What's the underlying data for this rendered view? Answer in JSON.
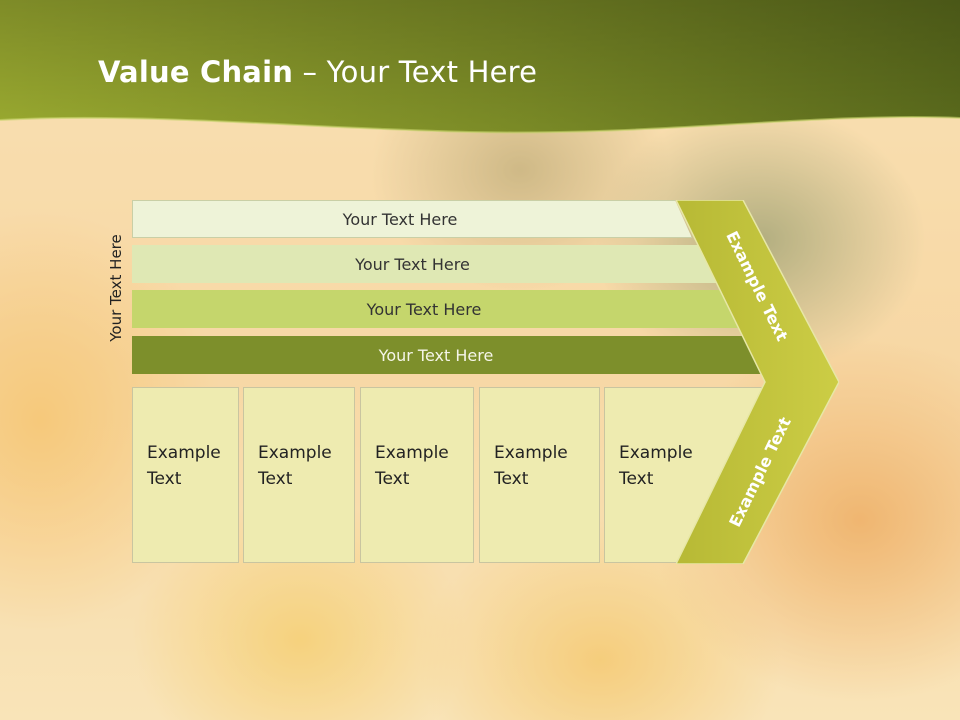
{
  "title": {
    "bold": "Value Chain",
    "rest": "– Your Text Here"
  },
  "side_label": "Your Text Here",
  "bars": [
    {
      "label": "Your Text Here"
    },
    {
      "label": "Your Text Here"
    },
    {
      "label": "Your Text Here"
    },
    {
      "label": "Your Text Here"
    }
  ],
  "columns": [
    {
      "line1": "Example",
      "line2": "Text"
    },
    {
      "line1": "Example",
      "line2": "Text"
    },
    {
      "line1": "Example",
      "line2": "Text"
    },
    {
      "line1": "Example",
      "line2": "Text"
    },
    {
      "line1": "Example",
      "line2": "Text"
    }
  ],
  "chevron": {
    "label_top": "Example Text",
    "label_bottom": "Example Text"
  },
  "colors": {
    "header_dark": "#5a6a1c",
    "header_light": "#9aaa30",
    "bar_1": "#eef3d8",
    "bar_2": "#dfe8b4",
    "bar_3": "#c5d66c",
    "bar_4": "#7d8f2b",
    "column_fill": "#eeebb0",
    "chevron_fill": "#c0c23a"
  }
}
